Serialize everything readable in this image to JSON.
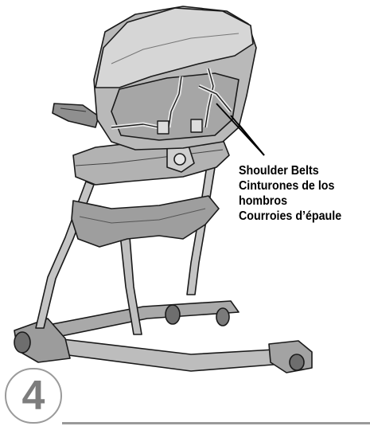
{
  "step": {
    "number": "4"
  },
  "callout": {
    "lines": [
      "Shoulder Belts",
      "Cinturones de los",
      "hombros",
      "Courroies d’épaule"
    ]
  },
  "illustration": {
    "subject": "high-chair-shoulder-belts",
    "colors": {
      "fill_main": "#b5b5b5",
      "fill_dark": "#8c8c8c",
      "fill_light": "#d2d2d2",
      "outline": "#1a1a1a",
      "leader_line": "#000000"
    }
  }
}
